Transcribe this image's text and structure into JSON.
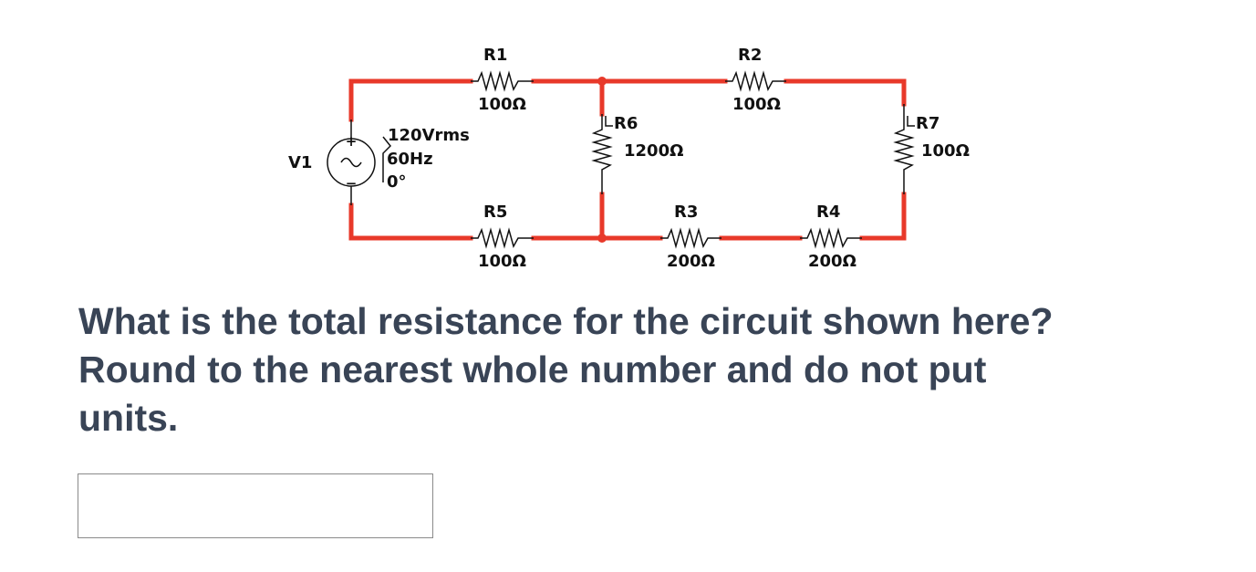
{
  "colors": {
    "wire": "#e8392a",
    "question_text": "#394456",
    "input_border": "#8a8a8a"
  },
  "circuit": {
    "source": {
      "name": "V1",
      "voltage": "120Vrms",
      "frequency": "60Hz",
      "phase": "0°",
      "plus_symbol": "+",
      "minus_symbol": "−",
      "icon": "ac-voltage-source-icon"
    },
    "resistors": {
      "r1": {
        "name": "R1",
        "value": "100Ω",
        "icon": "resistor-icon"
      },
      "r2": {
        "name": "R2",
        "value": "100Ω",
        "icon": "resistor-icon"
      },
      "r3": {
        "name": "R3",
        "value": "200Ω",
        "icon": "resistor-icon"
      },
      "r4": {
        "name": "R4",
        "value": "200Ω",
        "icon": "resistor-icon"
      },
      "r5": {
        "name": "R5",
        "value": "100Ω",
        "icon": "resistor-icon"
      },
      "r6": {
        "name": "R6",
        "value": "1200Ω",
        "icon": "resistor-icon"
      },
      "r7": {
        "name": "R7",
        "value": "100Ω",
        "icon": "resistor-icon"
      }
    }
  },
  "question": {
    "line1": "What is the total resistance for the circuit shown here?",
    "line2": "Round to the nearest whole number and do not put",
    "line3": "units."
  },
  "answer_field": {
    "value": "",
    "placeholder": ""
  }
}
